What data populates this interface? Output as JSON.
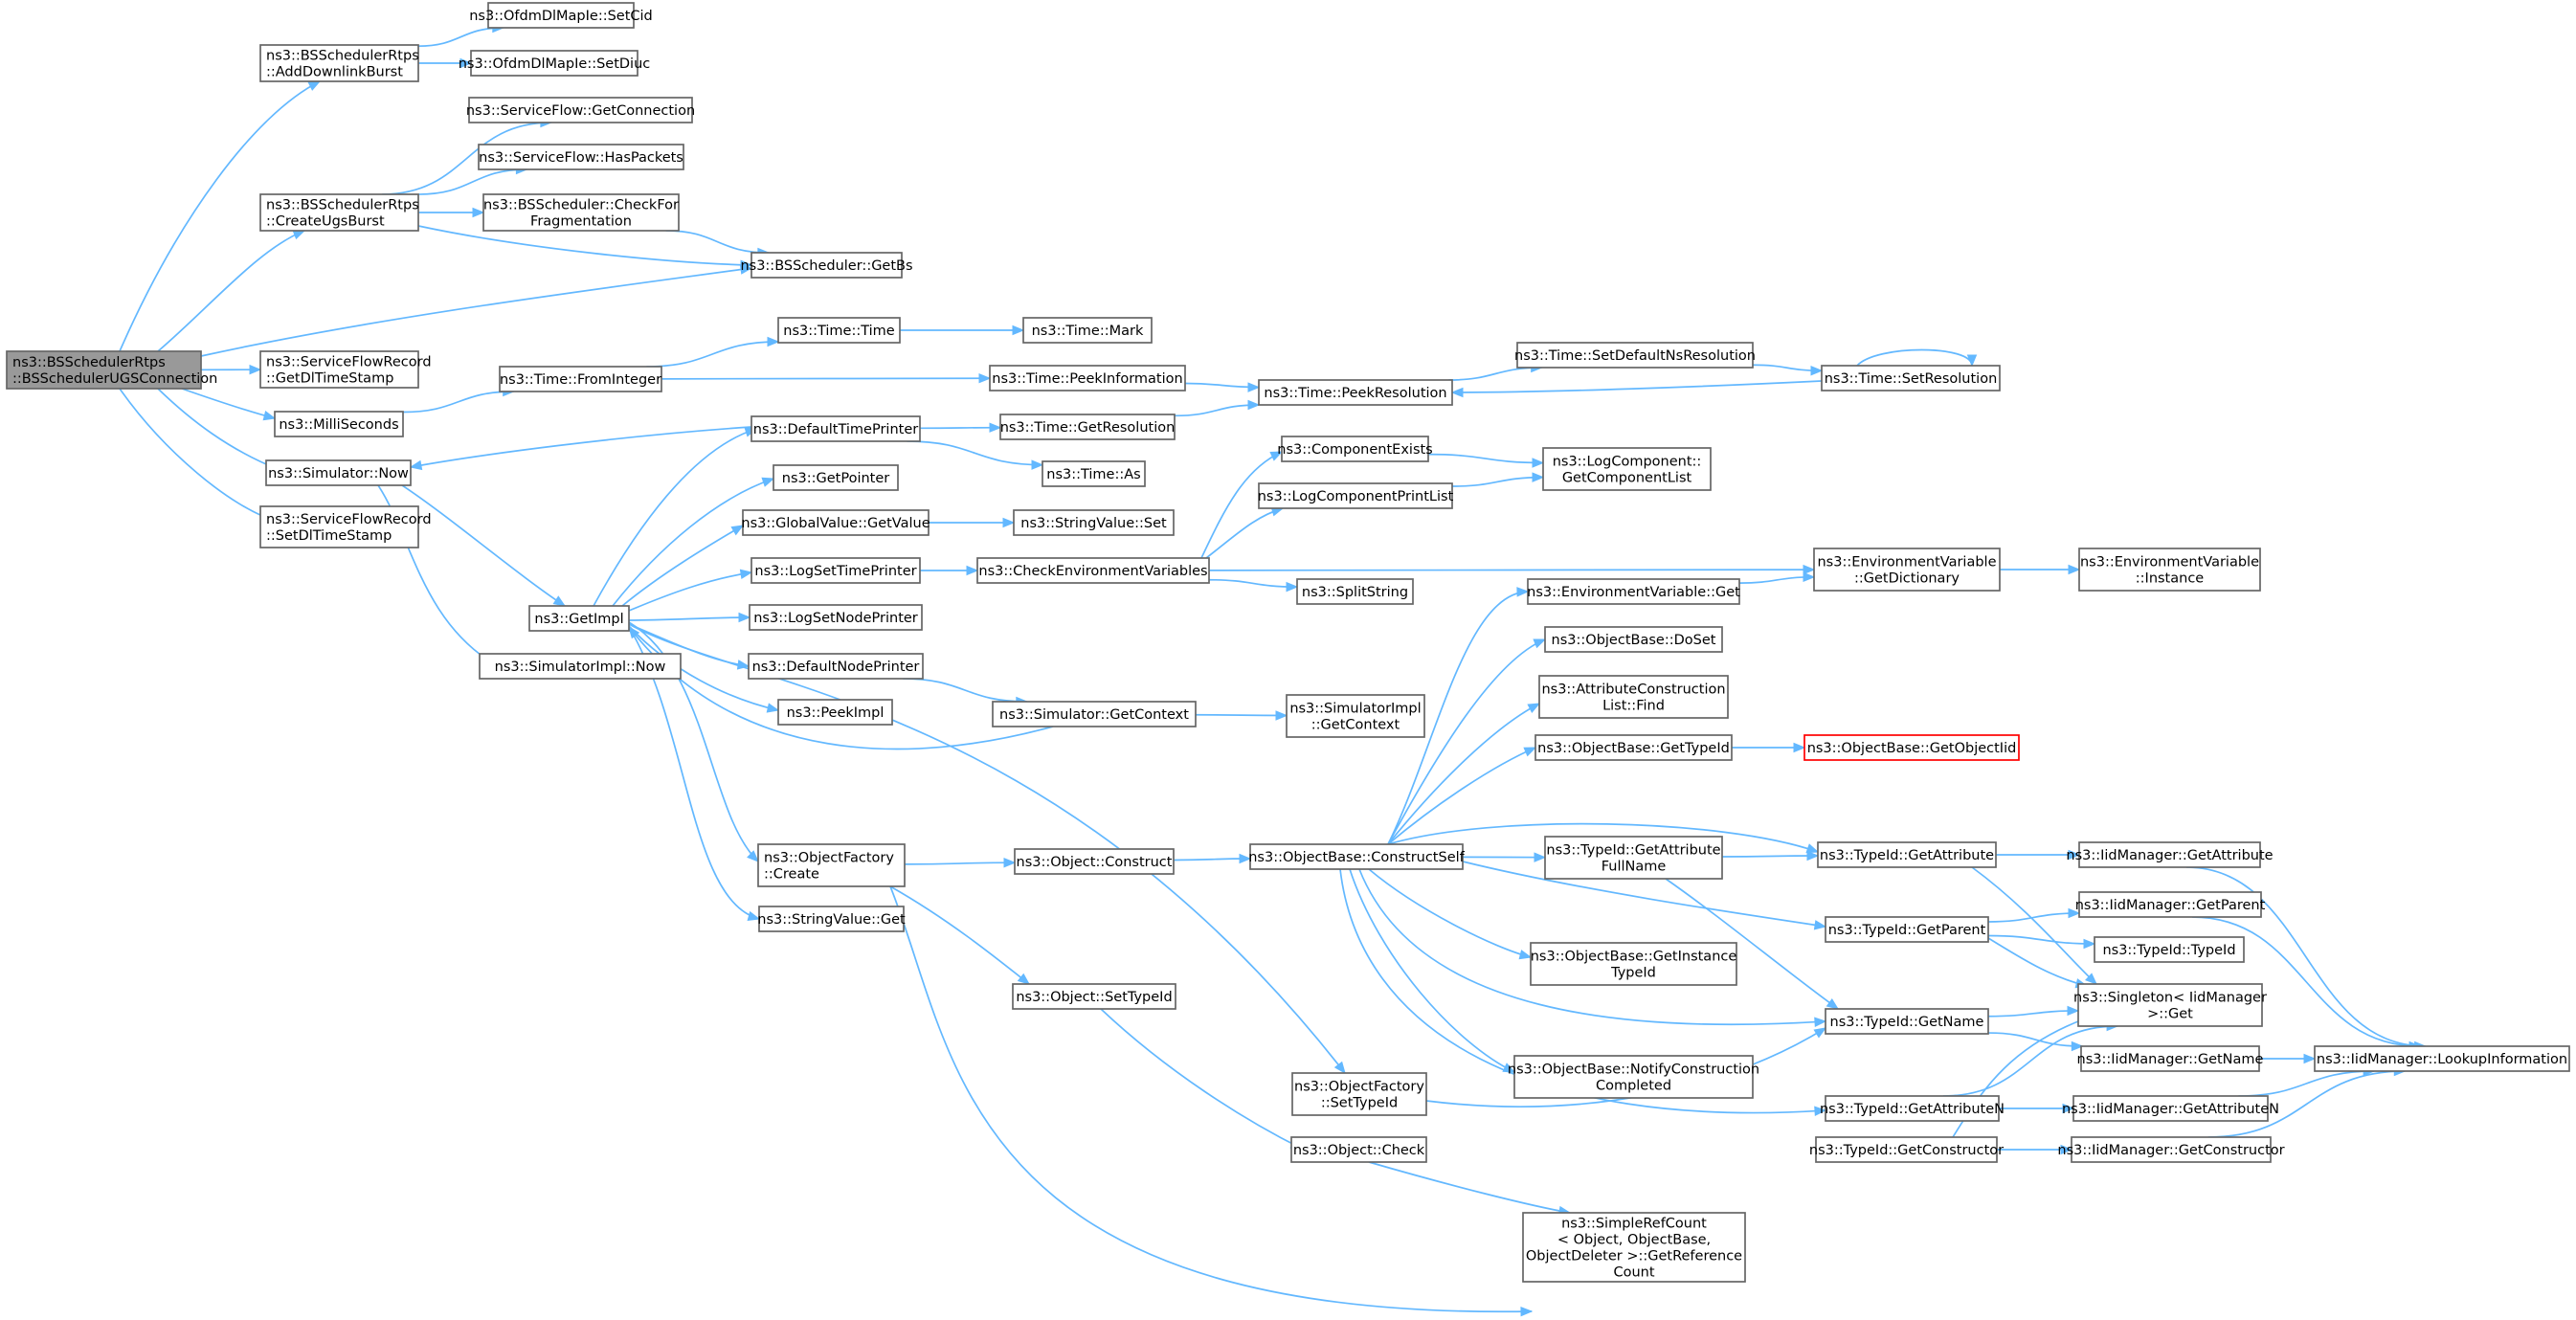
{
  "colors": {
    "edge": "#63b8ff",
    "node_border": "#666666",
    "root_fill": "#999999",
    "truncated_border": "#ff0000"
  },
  "nodes": [
    {
      "id": "root",
      "lines": [
        "ns3::BSSchedulerRtps",
        "::BSSchedulerUGSConnection"
      ],
      "kind": "root"
    },
    {
      "id": "addDlBurst",
      "lines": [
        "ns3::BSSchedulerRtps",
        "::AddDownlinkBurst"
      ]
    },
    {
      "id": "setCid",
      "lines": [
        "ns3::OfdmDlMapIe::SetCid"
      ]
    },
    {
      "id": "setDiuc",
      "lines": [
        "ns3::OfdmDlMapIe::SetDiuc"
      ]
    },
    {
      "id": "getConnection",
      "lines": [
        "ns3::ServiceFlow::GetConnection"
      ]
    },
    {
      "id": "hasPackets",
      "lines": [
        "ns3::ServiceFlow::HasPackets"
      ]
    },
    {
      "id": "createUgs",
      "lines": [
        "ns3::BSSchedulerRtps",
        "::CreateUgsBurst"
      ]
    },
    {
      "id": "checkFrag",
      "lines": [
        "ns3::BSScheduler::CheckFor",
        "Fragmentation"
      ]
    },
    {
      "id": "getBs",
      "lines": [
        "ns3::BSScheduler::GetBs"
      ]
    },
    {
      "id": "timeTime",
      "lines": [
        "ns3::Time::Time"
      ]
    },
    {
      "id": "timeMark",
      "lines": [
        "ns3::Time::Mark"
      ]
    },
    {
      "id": "getDlTs",
      "lines": [
        "ns3::ServiceFlowRecord",
        "::GetDlTimeStamp"
      ]
    },
    {
      "id": "fromInteger",
      "lines": [
        "ns3::Time::FromInteger"
      ]
    },
    {
      "id": "peekInfo",
      "lines": [
        "ns3::Time::PeekInformation"
      ]
    },
    {
      "id": "setDefaultNs",
      "lines": [
        "ns3::Time::SetDefaultNsResolution"
      ]
    },
    {
      "id": "peekRes",
      "lines": [
        "ns3::Time::PeekResolution"
      ]
    },
    {
      "id": "setRes",
      "lines": [
        "ns3::Time::SetResolution"
      ]
    },
    {
      "id": "milli",
      "lines": [
        "ns3::MilliSeconds"
      ]
    },
    {
      "id": "defTimePrinter",
      "lines": [
        "ns3::DefaultTimePrinter"
      ]
    },
    {
      "id": "getResolution",
      "lines": [
        "ns3::Time::GetResolution"
      ]
    },
    {
      "id": "simNow",
      "lines": [
        "ns3::Simulator::Now"
      ]
    },
    {
      "id": "timeAs",
      "lines": [
        "ns3::Time::As"
      ]
    },
    {
      "id": "compExists",
      "lines": [
        "ns3::ComponentExists"
      ]
    },
    {
      "id": "getCompList",
      "lines": [
        "ns3::LogComponent::",
        "GetComponentList"
      ]
    },
    {
      "id": "getPointer",
      "lines": [
        "ns3::GetPointer"
      ]
    },
    {
      "id": "logCompPrint",
      "lines": [
        "ns3::LogComponentPrintList"
      ]
    },
    {
      "id": "setDlTs",
      "lines": [
        "ns3::ServiceFlowRecord",
        "::SetDlTimeStamp"
      ]
    },
    {
      "id": "gvGetValue",
      "lines": [
        "ns3::GlobalValue::GetValue"
      ]
    },
    {
      "id": "svSet",
      "lines": [
        "ns3::StringValue::Set"
      ]
    },
    {
      "id": "envGetDict",
      "lines": [
        "ns3::EnvironmentVariable",
        "::GetDictionary"
      ]
    },
    {
      "id": "envInstance",
      "lines": [
        "ns3::EnvironmentVariable",
        "::Instance"
      ]
    },
    {
      "id": "logSetTime",
      "lines": [
        "ns3::LogSetTimePrinter"
      ]
    },
    {
      "id": "checkEnv",
      "lines": [
        "ns3::CheckEnvironmentVariables"
      ]
    },
    {
      "id": "splitString",
      "lines": [
        "ns3::SplitString"
      ]
    },
    {
      "id": "envGet",
      "lines": [
        "ns3::EnvironmentVariable::Get"
      ]
    },
    {
      "id": "getImpl",
      "lines": [
        "ns3::GetImpl"
      ]
    },
    {
      "id": "logSetNode",
      "lines": [
        "ns3::LogSetNodePrinter"
      ]
    },
    {
      "id": "doSet",
      "lines": [
        "ns3::ObjectBase::DoSet"
      ]
    },
    {
      "id": "simImplNow",
      "lines": [
        "ns3::SimulatorImpl::Now"
      ]
    },
    {
      "id": "defNodePrinter",
      "lines": [
        "ns3::DefaultNodePrinter"
      ]
    },
    {
      "id": "attrFind",
      "lines": [
        "ns3::AttributeConstruction",
        "List::Find"
      ]
    },
    {
      "id": "peekImpl",
      "lines": [
        "ns3::PeekImpl"
      ]
    },
    {
      "id": "simGetContext",
      "lines": [
        "ns3::Simulator::GetContext"
      ]
    },
    {
      "id": "simImplGetContext",
      "lines": [
        "ns3::SimulatorImpl",
        "::GetContext"
      ]
    },
    {
      "id": "obGetTypeId",
      "lines": [
        "ns3::ObjectBase::GetTypeId"
      ]
    },
    {
      "id": "obGetObjectIid",
      "lines": [
        "ns3::ObjectBase::GetObjectIid"
      ],
      "kind": "truncated"
    },
    {
      "id": "ofCreate",
      "lines": [
        "ns3::ObjectFactory",
        "::Create"
      ]
    },
    {
      "id": "objConstruct",
      "lines": [
        "ns3::Object::Construct"
      ]
    },
    {
      "id": "constructSelf",
      "lines": [
        "ns3::ObjectBase::ConstructSelf"
      ]
    },
    {
      "id": "getAttrFull",
      "lines": [
        "ns3::TypeId::GetAttribute",
        "FullName"
      ]
    },
    {
      "id": "tidGetAttr",
      "lines": [
        "ns3::TypeId::GetAttribute"
      ]
    },
    {
      "id": "iidGetAttr",
      "lines": [
        "ns3::IidManager::GetAttribute"
      ]
    },
    {
      "id": "svGet",
      "lines": [
        "ns3::StringValue::Get"
      ]
    },
    {
      "id": "tidGetParent",
      "lines": [
        "ns3::TypeId::GetParent"
      ]
    },
    {
      "id": "iidGetParent",
      "lines": [
        "ns3::IidManager::GetParent"
      ]
    },
    {
      "id": "tidTypeId",
      "lines": [
        "ns3::TypeId::TypeId"
      ]
    },
    {
      "id": "obGetInstTid",
      "lines": [
        "ns3::ObjectBase::GetInstance",
        "TypeId"
      ]
    },
    {
      "id": "objSetTypeId",
      "lines": [
        "ns3::Object::SetTypeId"
      ]
    },
    {
      "id": "singletonGet",
      "lines": [
        "ns3::Singleton< IidManager",
        " >::Get"
      ]
    },
    {
      "id": "tidGetName",
      "lines": [
        "ns3::TypeId::GetName"
      ]
    },
    {
      "id": "iidGetName",
      "lines": [
        "ns3::IidManager::GetName"
      ]
    },
    {
      "id": "lookupInfo",
      "lines": [
        "ns3::IidManager::LookupInformation"
      ]
    },
    {
      "id": "obNotify",
      "lines": [
        "ns3::ObjectBase::NotifyConstruction",
        "Completed"
      ]
    },
    {
      "id": "ofSetTypeId",
      "lines": [
        "ns3::ObjectFactory",
        "::SetTypeId"
      ]
    },
    {
      "id": "tidGetAttrN",
      "lines": [
        "ns3::TypeId::GetAttributeN"
      ]
    },
    {
      "id": "iidGetAttrN",
      "lines": [
        "ns3::IidManager::GetAttributeN"
      ]
    },
    {
      "id": "objCheck",
      "lines": [
        "ns3::Object::Check"
      ]
    },
    {
      "id": "tidGetCtor",
      "lines": [
        "ns3::TypeId::GetConstructor"
      ]
    },
    {
      "id": "iidGetCtor",
      "lines": [
        "ns3::IidManager::GetConstructor"
      ]
    },
    {
      "id": "refCount",
      "lines": [
        "ns3::SimpleRefCount",
        "< Object, ObjectBase,",
        " ObjectDeleter >::GetReference",
        "Count"
      ]
    }
  ],
  "edges": [
    [
      "root",
      "addDlBurst"
    ],
    [
      "root",
      "createUgs"
    ],
    [
      "root",
      "getBs"
    ],
    [
      "root",
      "getDlTs"
    ],
    [
      "root",
      "milli"
    ],
    [
      "root",
      "simNow"
    ],
    [
      "root",
      "setDlTs"
    ],
    [
      "addDlBurst",
      "setCid"
    ],
    [
      "addDlBurst",
      "setDiuc"
    ],
    [
      "createUgs",
      "getConnection"
    ],
    [
      "createUgs",
      "hasPackets"
    ],
    [
      "createUgs",
      "checkFrag"
    ],
    [
      "createUgs",
      "getBs"
    ],
    [
      "checkFrag",
      "getBs"
    ],
    [
      "milli",
      "fromInteger"
    ],
    [
      "fromInteger",
      "timeTime"
    ],
    [
      "fromInteger",
      "peekInfo"
    ],
    [
      "timeTime",
      "timeMark"
    ],
    [
      "peekInfo",
      "peekRes"
    ],
    [
      "setRes",
      "peekRes"
    ],
    [
      "setRes",
      "setRes"
    ],
    [
      "setDefaultNs",
      "setRes"
    ],
    [
      "peekRes",
      "setDefaultNs"
    ],
    [
      "simNow",
      "getImpl"
    ],
    [
      "simNow",
      "simImplNow"
    ],
    [
      "getImpl",
      "defTimePrinter"
    ],
    [
      "getImpl",
      "getPointer"
    ],
    [
      "getImpl",
      "gvGetValue"
    ],
    [
      "getImpl",
      "logSetTime"
    ],
    [
      "getImpl",
      "logSetNode"
    ],
    [
      "getImpl",
      "defNodePrinter"
    ],
    [
      "getImpl",
      "peekImpl"
    ],
    [
      "getImpl",
      "ofCreate"
    ],
    [
      "getImpl",
      "svGet"
    ],
    [
      "getImpl",
      "ofSetTypeId"
    ],
    [
      "defTimePrinter",
      "simNow"
    ],
    [
      "defTimePrinter",
      "getResolution"
    ],
    [
      "defTimePrinter",
      "timeAs"
    ],
    [
      "getResolution",
      "peekRes"
    ],
    [
      "gvGetValue",
      "svSet"
    ],
    [
      "logSetTime",
      "checkEnv"
    ],
    [
      "checkEnv",
      "compExists"
    ],
    [
      "checkEnv",
      "logCompPrint"
    ],
    [
      "checkEnv",
      "envGetDict"
    ],
    [
      "checkEnv",
      "splitString"
    ],
    [
      "compExists",
      "getCompList"
    ],
    [
      "logCompPrint",
      "getCompList"
    ],
    [
      "envGetDict",
      "envInstance"
    ],
    [
      "envGet",
      "envGetDict"
    ],
    [
      "defNodePrinter",
      "simGetContext"
    ],
    [
      "simGetContext",
      "getImpl"
    ],
    [
      "simGetContext",
      "simImplGetContext"
    ],
    [
      "ofCreate",
      "objConstruct"
    ],
    [
      "ofCreate",
      "objSetTypeId"
    ],
    [
      "ofCreate",
      "tidGetCtor"
    ],
    [
      "objConstruct",
      "constructSelf"
    ],
    [
      "constructSelf",
      "envGet"
    ],
    [
      "constructSelf",
      "doSet"
    ],
    [
      "constructSelf",
      "attrFind"
    ],
    [
      "constructSelf",
      "obGetTypeId"
    ],
    [
      "constructSelf",
      "tidGetAttr"
    ],
    [
      "constructSelf",
      "getAttrFull"
    ],
    [
      "constructSelf",
      "tidGetParent"
    ],
    [
      "constructSelf",
      "obGetInstTid"
    ],
    [
      "constructSelf",
      "tidGetName"
    ],
    [
      "constructSelf",
      "obNotify"
    ],
    [
      "constructSelf",
      "tidGetAttrN"
    ],
    [
      "obGetTypeId",
      "obGetObjectIid"
    ],
    [
      "getAttrFull",
      "tidGetAttr"
    ],
    [
      "getAttrFull",
      "tidGetName"
    ],
    [
      "tidGetAttr",
      "iidGetAttr"
    ],
    [
      "tidGetAttr",
      "singletonGet"
    ],
    [
      "iidGetAttr",
      "lookupInfo"
    ],
    [
      "tidGetParent",
      "iidGetParent"
    ],
    [
      "tidGetParent",
      "tidTypeId"
    ],
    [
      "tidGetParent",
      "singletonGet"
    ],
    [
      "iidGetParent",
      "lookupInfo"
    ],
    [
      "tidGetName",
      "singletonGet"
    ],
    [
      "tidGetName",
      "iidGetName"
    ],
    [
      "iidGetName",
      "lookupInfo"
    ],
    [
      "tidGetAttrN",
      "singletonGet"
    ],
    [
      "tidGetAttrN",
      "iidGetAttrN"
    ],
    [
      "iidGetAttrN",
      "lookupInfo"
    ],
    [
      "tidGetCtor",
      "singletonGet"
    ],
    [
      "tidGetCtor",
      "iidGetCtor"
    ],
    [
      "iidGetCtor",
      "lookupInfo"
    ],
    [
      "objSetTypeId",
      "objCheck"
    ],
    [
      "objCheck",
      "refCount"
    ],
    [
      "ofSetTypeId",
      "tidGetName"
    ]
  ]
}
